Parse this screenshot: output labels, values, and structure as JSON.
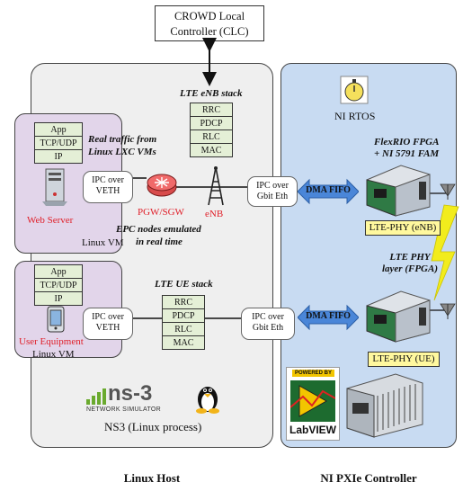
{
  "clc": {
    "line1": "CROWD Local",
    "line2": "Controller (CLC)"
  },
  "host": {
    "footer": "Linux Host",
    "process_label": "NS3 (Linux process)",
    "ns3_logo_text": "ns-3",
    "ns3_logo_sub": "NETWORK SIMULATOR"
  },
  "ni": {
    "footer": "NI PXIe Controller",
    "rtos": "NI RTOS",
    "flexrio_line1": "FlexRIO FPGA",
    "flexrio_line2": "+ NI 5791 FAM",
    "phy_enb": "LTE-PHY (eNB)",
    "phy_ue": "LTE-PHY (UE)",
    "phy_layer_line1": "LTE PHY",
    "phy_layer_line2": "layer (FPGA)",
    "dma_top": "DMA FIFO",
    "dma_bottom": "DMA FIFO",
    "labview_badge": "POWERED BY",
    "labview_text": "LabVIEW"
  },
  "enb_stack": {
    "title": "LTE eNB stack",
    "layers": [
      "RRC",
      "PDCP",
      "RLC",
      "MAC"
    ]
  },
  "ue_stack": {
    "title": "LTE UE stack",
    "layers": [
      "RRC",
      "PDCP",
      "RLC",
      "MAC"
    ]
  },
  "vm_top": {
    "layers": [
      "App",
      "TCP/UDP",
      "IP"
    ],
    "device_label": "Web Server",
    "vm_label": "Linux VM",
    "traffic_line1": "Real traffic from",
    "traffic_line2": "Linux LXC VMs"
  },
  "vm_bottom": {
    "layers": [
      "App",
      "TCP/UDP",
      "IP"
    ],
    "device_label": "User Equipment",
    "vm_label": "Linux VM"
  },
  "ipc": {
    "veth_top": [
      "IPC over",
      "VETH"
    ],
    "veth_bottom": [
      "IPC over",
      "VETH"
    ],
    "gbit_top": [
      "IPC over",
      "Gbit Eth"
    ],
    "gbit_bottom": [
      "IPC over",
      "Gbit Eth"
    ]
  },
  "epc": {
    "router_label": "PGW/SGW",
    "enb_label": "eNB",
    "note_line1": "EPC nodes emulated",
    "note_line2": "in real time"
  },
  "colors": {
    "host_bg": "#efefef",
    "ni_bg": "#c8dbf2",
    "vm_bg": "#e2d5ea",
    "stack_bg": "#e4efd6",
    "dma_arrow": "#4a86d8",
    "phy_label_bg": "#fff89e",
    "red_text": "#e0202a",
    "wireless_bolt": "#f2ec1c"
  }
}
